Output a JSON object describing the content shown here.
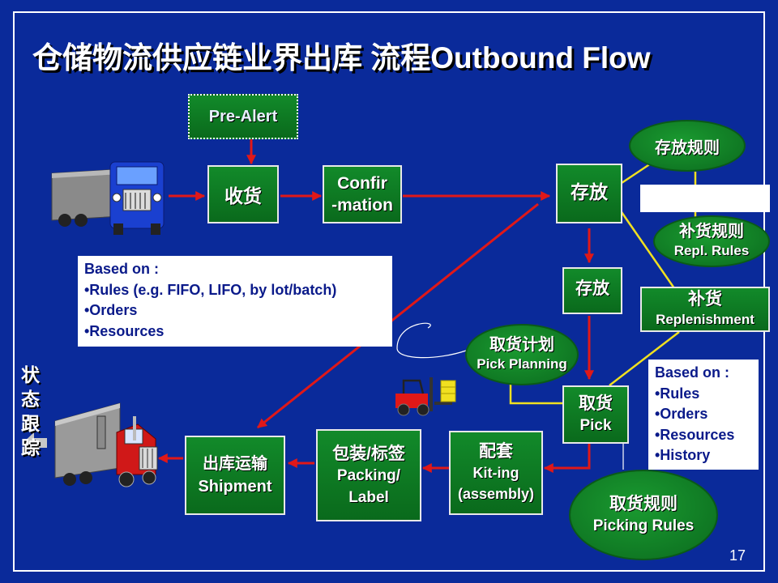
{
  "title": "仓储物流供应链业界出库 流程Outbound Flow",
  "page_number": "17",
  "status_label": [
    "状 态",
    "跟 踪"
  ],
  "colors": {
    "background": "#0a2a9a",
    "node_green": "#0f7a24",
    "arrow_red": "#e01818",
    "connector_yellow": "#f0e020"
  },
  "nodes": {
    "pre_alert": [
      "Pre-Alert"
    ],
    "receiving": [
      "收货"
    ],
    "confirmation": [
      "Confir",
      "-mation"
    ],
    "putaway_top": [
      "存放"
    ],
    "putaway_mid": [
      "存放"
    ],
    "replenishment": [
      "补货",
      "Replenishment"
    ],
    "pick": [
      "取货",
      "Pick"
    ],
    "kitting": [
      "配套",
      "Kit-ing",
      "(assembly)"
    ],
    "packing": [
      "包装/标签",
      "Packing/",
      "Label"
    ],
    "shipment": [
      "出库运输",
      "Shipment"
    ]
  },
  "rules": {
    "putaway_rules": [
      "存放规则"
    ],
    "repl_rules": [
      "补货规则",
      "Repl. Rules"
    ],
    "pick_planning": [
      "取货计划",
      "Pick Planning"
    ],
    "picking_rules": [
      "取货规则",
      "Picking Rules"
    ]
  },
  "notes": {
    "left": [
      "Based on :",
      "•Rules (e.g. FIFO, LIFO, by lot/batch)",
      "•Orders",
      "•Resources"
    ],
    "right": [
      "Based on :",
      "•Rules",
      "•Orders",
      "•Resources",
      "•History"
    ]
  },
  "icons": [
    "inbound-truck-icon",
    "outbound-truck-icon",
    "forklift-icon",
    "status-arrow-icon"
  ]
}
